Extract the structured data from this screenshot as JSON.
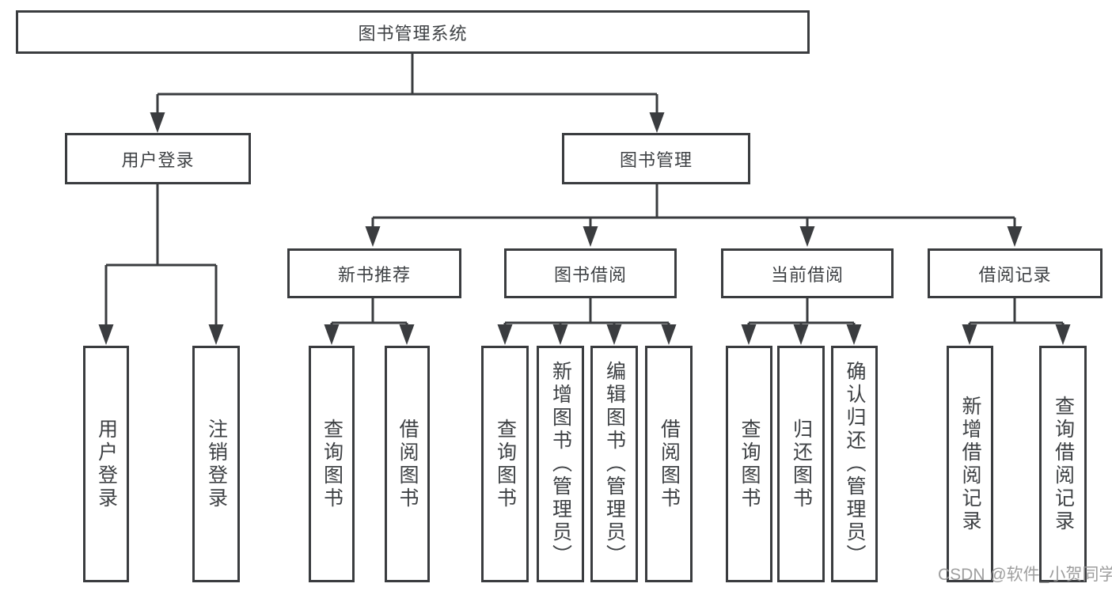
{
  "diagram": {
    "title": "图书管理系统",
    "type": "hierarchy-tree",
    "colors": {
      "line": "#3a3c3f",
      "text": "#3e4144",
      "box_background": "#ffffff",
      "watermark": "#969696"
    },
    "nodes": {
      "root": "图书管理系统",
      "user_login": "用户登录",
      "book_mgmt": "图书管理",
      "new_book_rec": "新书推荐",
      "book_borrow": "图书借阅",
      "current_borrow": "当前借阅",
      "borrow_records": "借阅记录",
      "ul_user_login": "用户登录",
      "ul_logout": "注销登录",
      "nbr_query_books": "查询图书",
      "nbr_borrow_books": "借阅图书",
      "bb_query_books": "查询图书",
      "bb_add_books": "新增图书（管理员）",
      "bb_edit_books": "编辑图书（管理员）",
      "bb_borrow_books": "借阅图书",
      "cb_query_books": "查询图书",
      "cb_return_books": "归还图书",
      "cb_confirm_return": "确认归还（管理员）",
      "br_add_record": "新增借阅记录",
      "br_query_record": "查询借阅记录"
    },
    "structure": {
      "root": [
        "user_login",
        "book_mgmt"
      ],
      "user_login": [
        "ul_user_login",
        "ul_logout"
      ],
      "book_mgmt": [
        "new_book_rec",
        "book_borrow",
        "current_borrow",
        "borrow_records"
      ],
      "new_book_rec": [
        "nbr_query_books",
        "nbr_borrow_books"
      ],
      "book_borrow": [
        "bb_query_books",
        "bb_add_books",
        "bb_edit_books",
        "bb_borrow_books"
      ],
      "current_borrow": [
        "cb_query_books",
        "cb_return_books",
        "cb_confirm_return"
      ],
      "borrow_records": [
        "br_add_record",
        "br_query_record"
      ]
    },
    "watermark": "CSDN @软件_小贺同学"
  }
}
